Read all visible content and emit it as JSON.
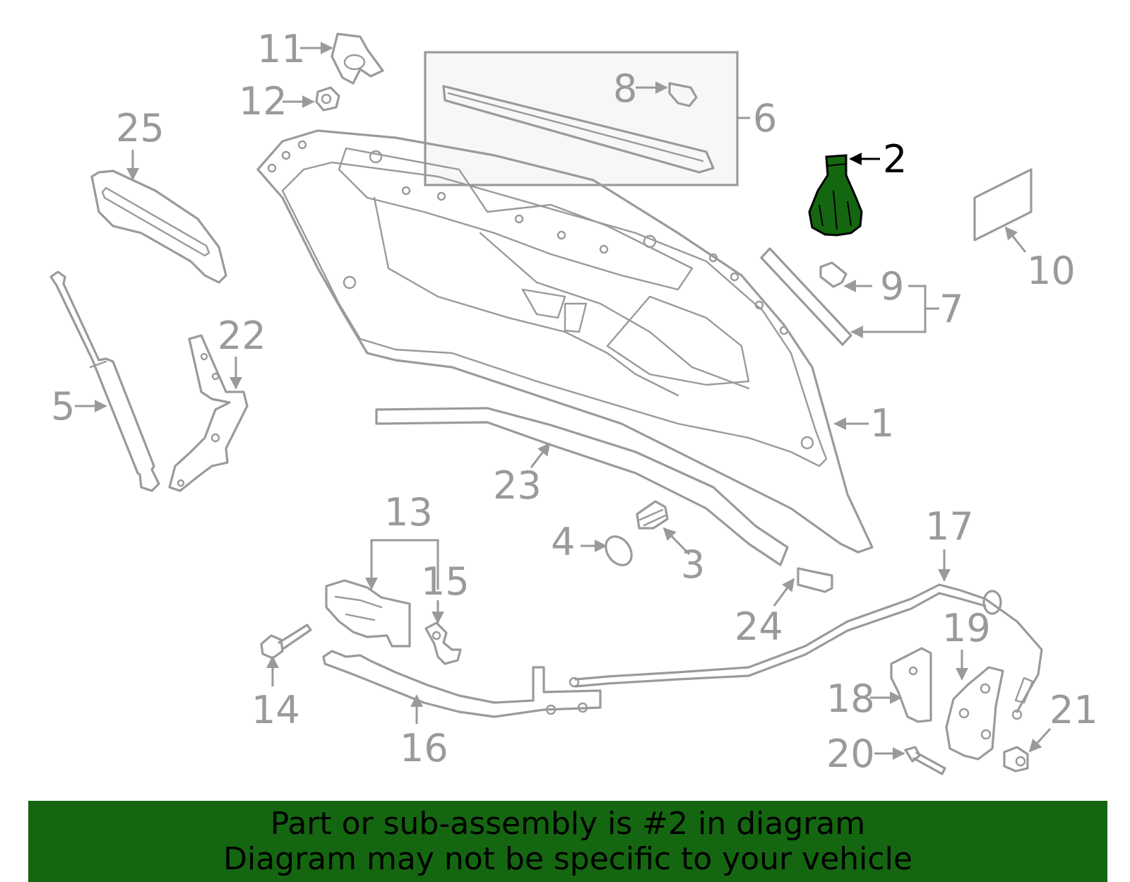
{
  "callouts": {
    "c1": "1",
    "c2": "2",
    "c3": "3",
    "c4": "4",
    "c5": "5",
    "c6": "6",
    "c7": "7",
    "c8": "8",
    "c9": "9",
    "c10": "10",
    "c11": "11",
    "c12": "12",
    "c13": "13",
    "c14": "14",
    "c15": "15",
    "c16": "16",
    "c17": "17",
    "c18": "18",
    "c19": "19",
    "c20": "20",
    "c21": "21",
    "c22": "22",
    "c23": "23",
    "c24": "24",
    "c25": "25"
  },
  "highlight": {
    "part_number": "2",
    "color": "#156611"
  },
  "colors": {
    "parts": "#9a9a9a",
    "highlight_fill": "#156611",
    "banner": "#156611"
  },
  "footer": {
    "line1": "Part or sub-assembly is #2 in diagram",
    "line2": "Diagram may not be specific to your vehicle"
  }
}
